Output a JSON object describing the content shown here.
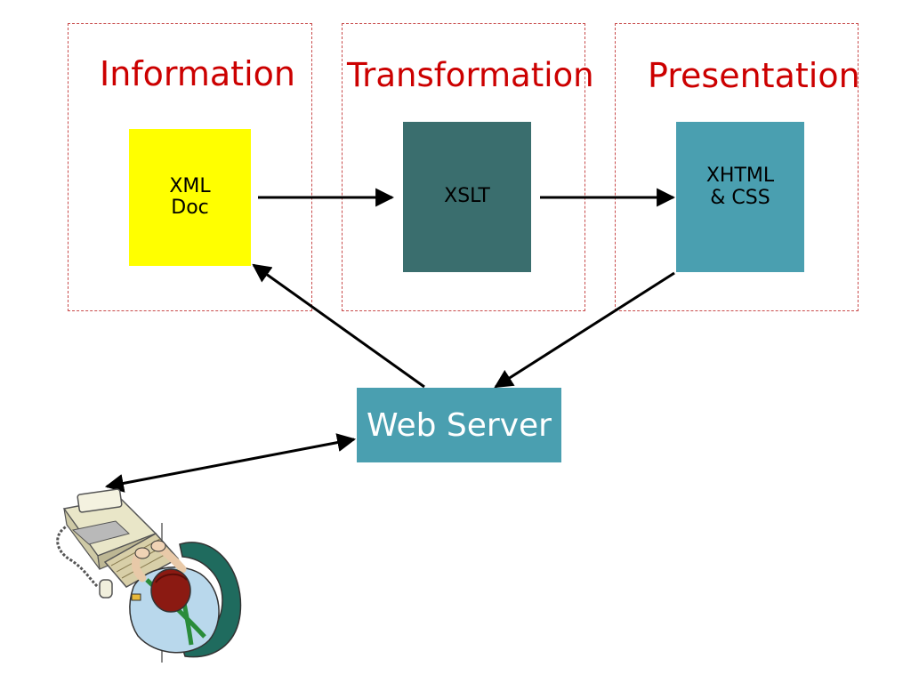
{
  "zones": [
    {
      "id": "information",
      "title": "Information"
    },
    {
      "id": "transformation",
      "title": "Transformation"
    },
    {
      "id": "presentation",
      "title": "Presentation"
    }
  ],
  "nodes": {
    "xml_doc": {
      "label": "XML\nDoc",
      "color": "#ffff00"
    },
    "xslt": {
      "label": "XSLT",
      "color": "#3a6e6e"
    },
    "xhtml_css": {
      "label": "XHTML\n& CSS",
      "color": "#4a9fb0"
    },
    "web_server": {
      "label": "Web Server",
      "color": "#4a9fb0"
    }
  },
  "colors": {
    "zone_border": "#c84a4a",
    "zone_title": "#cc0000",
    "arrow": "#000000"
  },
  "icons": {
    "user": "person-at-computer-icon"
  }
}
